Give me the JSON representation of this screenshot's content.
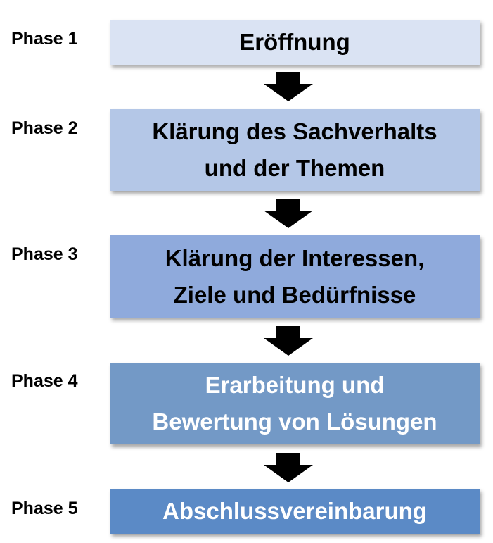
{
  "phases": [
    {
      "label": "Phase 1",
      "lines": [
        "Eröffnung"
      ],
      "fill": "#dae3f3",
      "text_color": "#000000"
    },
    {
      "label": "Phase 2",
      "lines": [
        "Klärung des Sachverhalts",
        "und der Themen"
      ],
      "fill": "#b4c7e7",
      "text_color": "#000000"
    },
    {
      "label": "Phase 3",
      "lines": [
        "Klärung der Interessen,",
        "Ziele und Bedürfnisse"
      ],
      "fill": "#8faadc",
      "text_color": "#000000"
    },
    {
      "label": "Phase 4",
      "lines": [
        "Erarbeitung und",
        "Bewertung von Lösungen"
      ],
      "fill": "#7399c6",
      "text_color": "#ffffff"
    },
    {
      "label": "Phase 5",
      "lines": [
        "Abschlussvereinbarung"
      ],
      "fill": "#5b8ac6",
      "text_color": "#ffffff"
    }
  ],
  "arrow_icon": "down-arrow-icon",
  "arrow_color": "#000000"
}
